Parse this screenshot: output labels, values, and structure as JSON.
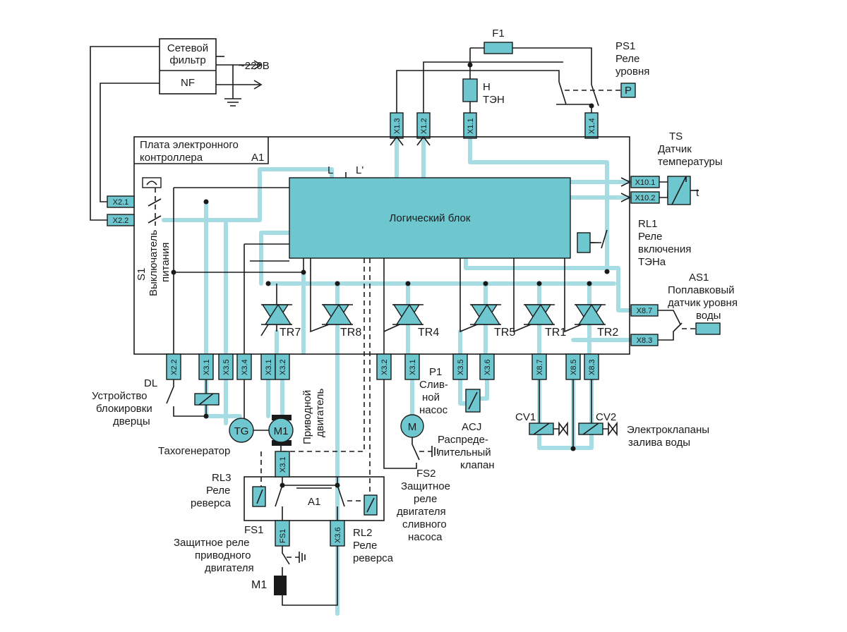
{
  "colors": {
    "accent": "#6ec6cf",
    "highlight": "#a6dde5",
    "line": "#1a1a1a"
  },
  "net_filter": {
    "title": [
      "Сетевой",
      "фильтр"
    ],
    "id": "NF",
    "mains": "~220В"
  },
  "fuse": "F1",
  "heater": {
    "id": "H",
    "name": "ТЭН"
  },
  "level_relay": {
    "id": "PS1",
    "name": [
      "Реле",
      "уровня"
    ],
    "p_label": "P"
  },
  "controller": {
    "title": [
      "Плата электронного",
      "контроллера"
    ],
    "id": "A1",
    "l_label": "L",
    "lp_label": "L'"
  },
  "logic_block": "Логический блок",
  "temp_sensor": {
    "id": "TS",
    "name": [
      "Датчик",
      "температуры"
    ],
    "mark": "t"
  },
  "heat_relay": {
    "id": "RL1",
    "name": [
      "Реле",
      "включения",
      "ТЭНа"
    ]
  },
  "float_sensor": {
    "id": "AS1",
    "name": [
      "Поплавковый",
      "датчик уровня",
      "воды"
    ]
  },
  "power_switch": {
    "id": "S1",
    "name": [
      "Выключатель",
      "питания"
    ]
  },
  "door_lock": {
    "id": "DL",
    "name": [
      "Устройство",
      "блокировки",
      "дверцы"
    ]
  },
  "triacs": [
    "TR7",
    "TR8",
    "TR4",
    "TR5",
    "TR1",
    "TR2"
  ],
  "connectors_top": [
    "X1.3",
    "X1.2",
    "X1.1",
    "X1.4"
  ],
  "connectors_left": [
    "X2.1",
    "X2.2"
  ],
  "connectors_right": [
    "X10.1",
    "X10.2",
    "X8.7",
    "X8.3"
  ],
  "connectors_bottom": [
    "X2.2",
    "X3.1",
    "X3.5",
    "X3.4",
    "X3.1",
    "X3.2",
    "X3.2",
    "X3.1",
    "X3.5",
    "X3.6",
    "X8.7",
    "X8.5",
    "X8.3"
  ],
  "connectors_reverse": [
    "X3.1",
    "FS1",
    "X3.6"
  ],
  "tacho": {
    "symbol": "TG",
    "name": "Тахогенератор"
  },
  "motor": {
    "symbol": "M1",
    "name": [
      "Приводной",
      "двигатель"
    ]
  },
  "drain_pump": {
    "id": "P1",
    "name": [
      "Слив-",
      "ной",
      "насос"
    ]
  },
  "distributor": {
    "symbol": "M",
    "id": "ACJ",
    "name": [
      "Распреде-",
      "лительный",
      "клапан"
    ]
  },
  "pump_protect": {
    "id": "FS2",
    "name": [
      "Защитное",
      "реле",
      "двигателя",
      "сливного",
      "насоса"
    ]
  },
  "valves": {
    "ids": [
      "CV1",
      "CV2"
    ],
    "name": [
      "Электроклапаны",
      "залива воды"
    ]
  },
  "reverse_block": {
    "id": "A1"
  },
  "rl3": {
    "id": "RL3",
    "name": [
      "Реле",
      "реверса"
    ]
  },
  "rl2": {
    "id": "RL2",
    "name": [
      "Реле",
      "реверса"
    ]
  },
  "fs1": {
    "id": "FS1",
    "name": [
      "Защитное реле",
      "приводного",
      "двигателя"
    ]
  },
  "motor_bottom": "M1"
}
